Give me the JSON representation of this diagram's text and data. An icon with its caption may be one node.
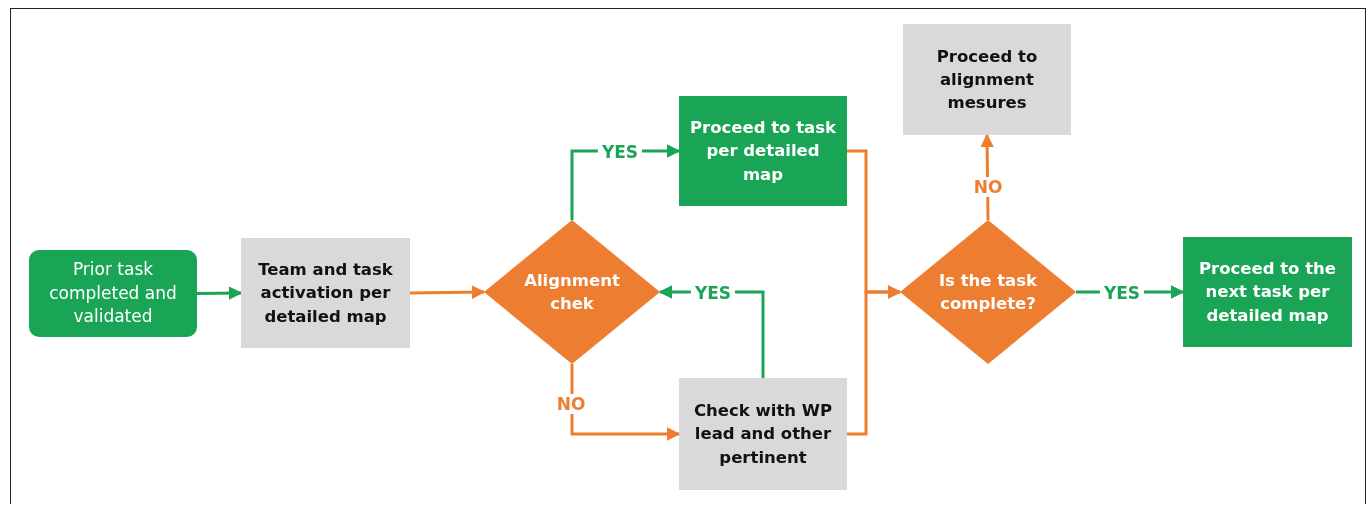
{
  "diagram": {
    "nodes": [
      {
        "text": [
          "Prior task completed and validated"
        ]
      },
      {
        "text": [
          "Team and task activation per detailed map"
        ]
      },
      {
        "text": [
          "Alignment chek"
        ]
      },
      {
        "text": [
          "Proceed to task per detailed map"
        ]
      },
      {
        "text": [
          "Check with WP lead and other pertinent"
        ]
      },
      {
        "text": [
          "Is the task complete?"
        ]
      },
      {
        "text": [
          "Proceed to alignment mesures"
        ]
      },
      {
        "text": [
          "Proceed to the next task per detailed map"
        ]
      }
    ],
    "edges": [
      {
        "from": 0,
        "to": 1,
        "arrow": "to",
        "color": "#1aa556"
      },
      {
        "from": 1,
        "to": 2,
        "arrow": "to"
      },
      {
        "from": 2,
        "to": 3,
        "arrow": "to",
        "label": "YES",
        "color": "#1aa556"
      },
      {
        "from": 2,
        "to": 4,
        "arrow": "to",
        "label": "NO"
      },
      {
        "from": 4,
        "to": 2,
        "arrow": "to",
        "label": "YES",
        "color": "#1aa556"
      },
      {
        "from": 3,
        "to": 5,
        "arrow": "to"
      },
      {
        "from": 4,
        "to": 5,
        "arrow": "to"
      },
      {
        "from": 5,
        "to": 6,
        "arrow": "to",
        "label": "NO"
      },
      {
        "from": 5,
        "to": 7,
        "arrow": "to",
        "label": "YES",
        "color": "#1aa556"
      }
    ]
  }
}
